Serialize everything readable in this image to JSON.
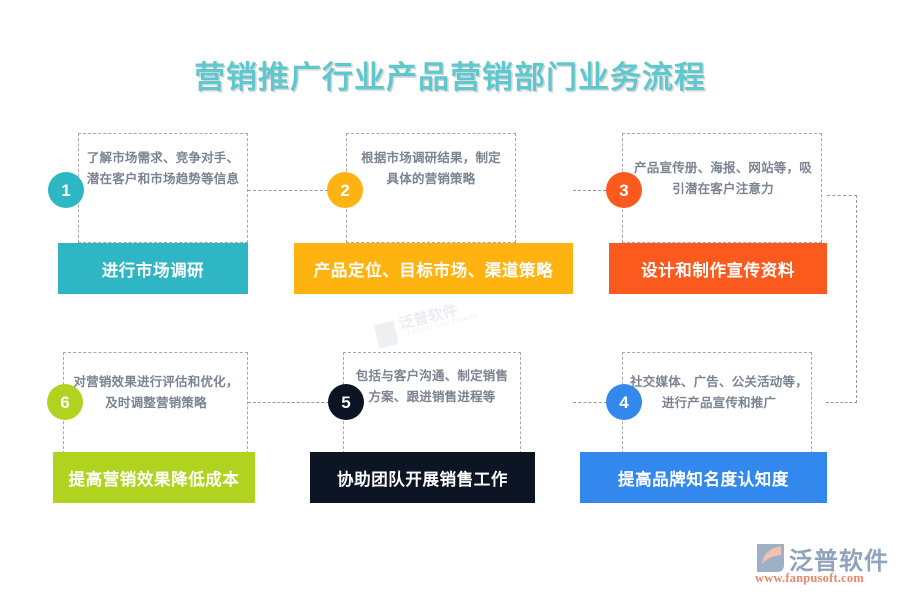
{
  "title": "营销推广行业产品营销部门业务流程",
  "colors": {
    "title": "#5FC7CE",
    "teal": "#2FB6C4",
    "amber": "#FFB310",
    "orange_red": "#FA5A1E",
    "blue": "#3388EE",
    "dark_navy": "#0D1424",
    "green": "#AFD31E",
    "dashed_line": "#a8a8a8",
    "desc_text": "#7b8490"
  },
  "steps": [
    {
      "number": "1",
      "description": "了解市场需求、竞争对手、潜在客户和市场趋势等信息",
      "label": "进行市场调研",
      "color": "#2FB6C4"
    },
    {
      "number": "2",
      "description": "根据市场调研结果，制定具体的营销策略",
      "label": "产品定位、目标市场、渠道策略",
      "color": "#FFB310"
    },
    {
      "number": "3",
      "description": "产品宣传册、海报、网站等，吸引潜在客户注意力",
      "label": "设计和制作宣传资料",
      "color": "#FA5A1E"
    },
    {
      "number": "4",
      "description": "社交媒体、广告、公关活动等，进行产品宣传和推广",
      "label": "提高品牌知名度认知度",
      "color": "#3388EE"
    },
    {
      "number": "5",
      "description": "包括与客户沟通、制定销售方案、跟进销售进程等",
      "label": "协助团队开展销售工作",
      "color": "#0D1424"
    },
    {
      "number": "6",
      "description": "对营销效果进行评估和优化，及时调整营销策略",
      "label": "提高营销效果降低成本",
      "color": "#AFD31E"
    }
  ],
  "brand": {
    "name_cn": "泛普软件",
    "url": "www.fanpusoft.com"
  },
  "watermark": {
    "name_cn": "泛普软件",
    "name_en": "FANPU SOFTWARE"
  }
}
